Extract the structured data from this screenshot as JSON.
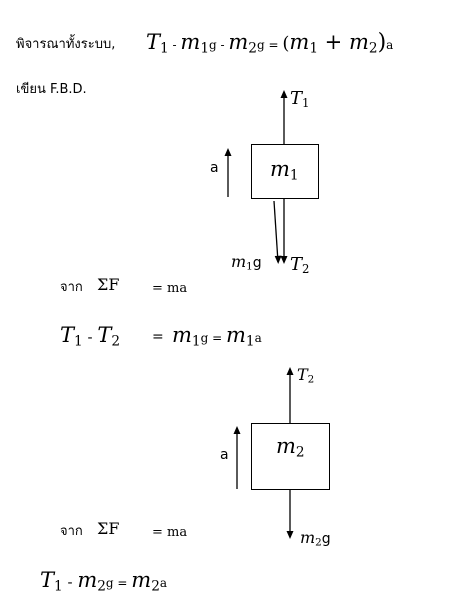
{
  "header": {
    "consider_text": "พิจารณาทั้งระบบ,",
    "system_eq": {
      "t1": "T",
      "t1_sub": "1",
      "minus1": " - ",
      "m1": "m",
      "m1_sub": "1",
      "g1": "g",
      "minus2": " - ",
      "m2": "m",
      "m2_sub": "2",
      "g2": "g",
      "equals": " = ",
      "lparen": "(",
      "rm1": "m",
      "rm1_sub": "1",
      "plus": " + ",
      "rm2": "m",
      "rm2_sub": "2",
      "rparen": ")",
      "a": "a"
    },
    "fbd_text": "เขียน  F.B.D."
  },
  "fbd1": {
    "box_label": "m",
    "box_sub": "1",
    "tension_up": "T",
    "tension_up_sub": "1",
    "accel": "a",
    "weight": "m",
    "weight_sub": "1",
    "weight_g": "g",
    "tension_down": "T",
    "tension_down_sub": "2"
  },
  "eq1": {
    "from": "จาก",
    "sigma": "ΣF",
    "rhs": "=  ma",
    "lhs_t1": "T",
    "lhs_t1_sub": "1",
    "minus": " - ",
    "lhs_t2": "T",
    "lhs_t2_sub": "2",
    "eq": "=",
    "m1": "m",
    "m1_sub": "1",
    "g": "g",
    "eq2": " = ",
    "m1a": "m",
    "m1a_sub": "1",
    "a": "a"
  },
  "fbd2": {
    "box_label": "m",
    "box_sub": "2",
    "tension_up": "T",
    "tension_up_sub": "2",
    "accel": "a",
    "weight": "m",
    "weight_sub": "2",
    "weight_g": "g"
  },
  "eq2": {
    "from": "จาก",
    "sigma": "ΣF",
    "rhs": "=  ma",
    "t1": "T",
    "t1_sub": "1",
    "minus": " - ",
    "m2": "m",
    "m2_sub": "2",
    "g": "g",
    "eq": " = ",
    "m2a": "m",
    "m2a_sub": "2",
    "a": "a"
  }
}
